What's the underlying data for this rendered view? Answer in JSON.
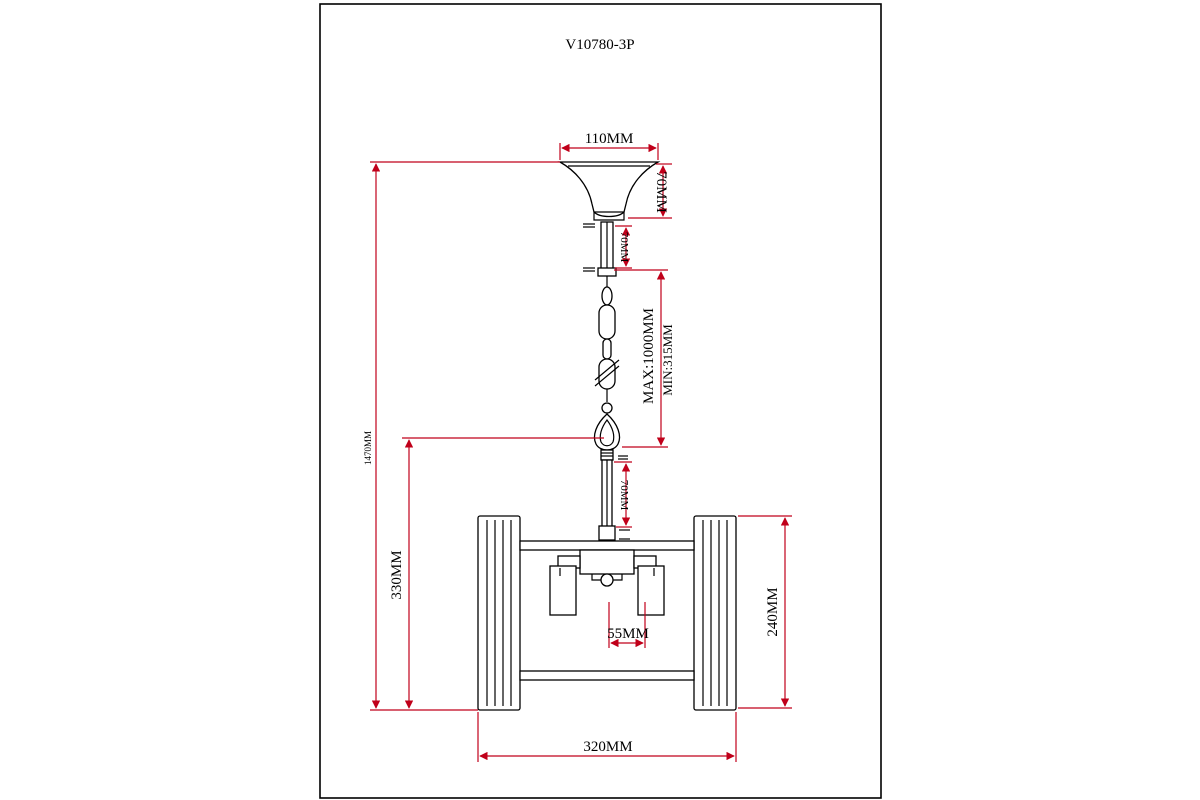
{
  "model": "V10780-3P",
  "dimensions": {
    "canopy_width": "110MM",
    "canopy_height": "70MM",
    "upper_rod": "70MM",
    "chain_max": "MAX:1000MM",
    "chain_min": "MIN:315MM",
    "lower_rod": "70MM",
    "total_height": "1470MM",
    "body_height": "330MM",
    "frame_height": "240MM",
    "shade_spacing": "55MM",
    "frame_width": "320MM"
  },
  "colors": {
    "dimension_line": "#c0001a",
    "outline": "#000000"
  }
}
